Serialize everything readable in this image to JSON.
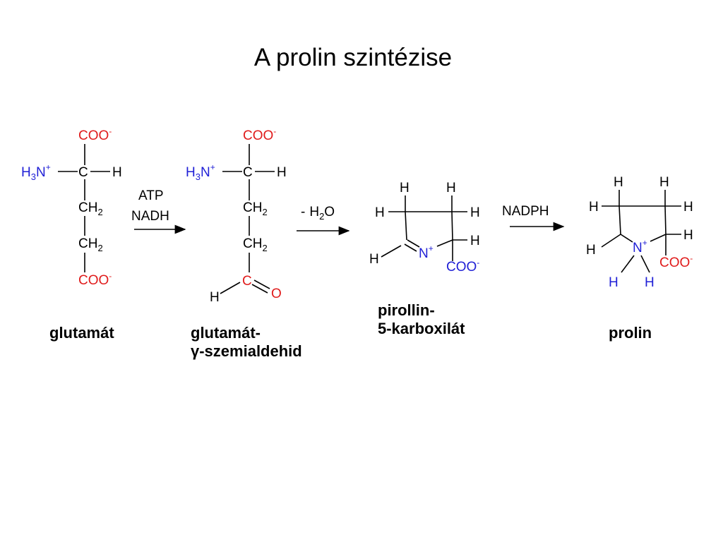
{
  "title": "A prolin szintézise",
  "colors": {
    "blue": "#1f1fd6",
    "red": "#e01b1b",
    "black": "#000000"
  },
  "atoms": {
    "coo": "COO",
    "charge_minus": "-",
    "charge_plus": "+",
    "h": "H",
    "n": "N",
    "c": "C",
    "o": "O",
    "ch": "CH",
    "two": "2",
    "three": "3"
  },
  "reagents": {
    "step1_top": "ATP",
    "step1_bottom": "NADH",
    "step2_minus": "-",
    "step2_h2o_h": "H",
    "step2_h2o_2": "2",
    "step2_h2o_o": "O",
    "step3": "NADPH"
  },
  "labels": {
    "glutamat": "glutamát",
    "semialdehyde_line1": "glutamát-",
    "semialdehyde_line2": "γ-szemialdehid",
    "pirollin_line1": "pirollin-",
    "pirollin_line2": "5-karboxilát",
    "prolin": "prolin"
  }
}
